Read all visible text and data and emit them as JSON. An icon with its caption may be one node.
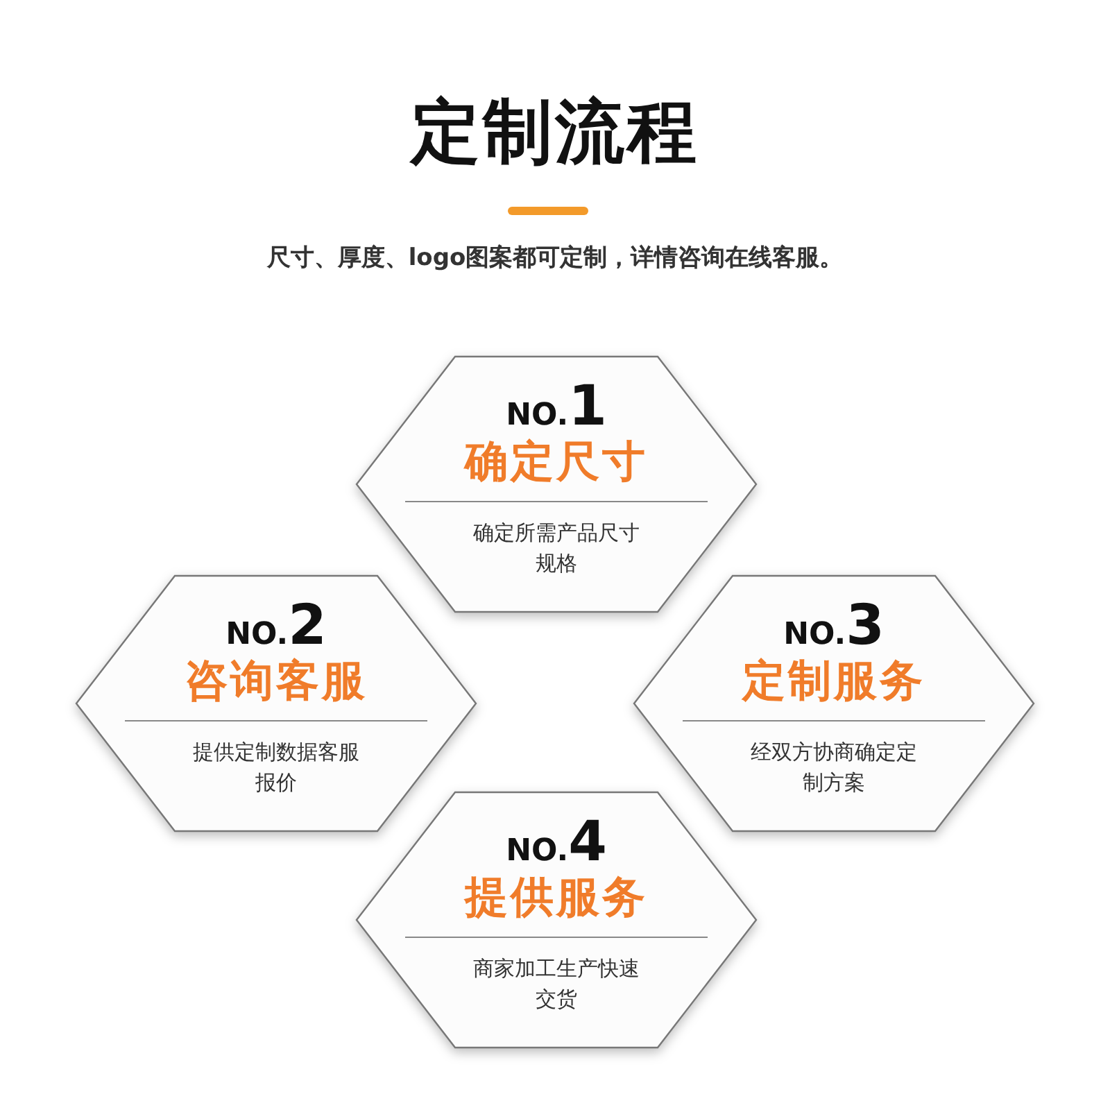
{
  "diagram": {
    "title": "定制流程",
    "nodes": [
      {
        "text": [
          "NO.1",
          "确定尺寸",
          "确定所需产品尺寸规格"
        ]
      },
      {
        "text": [
          "NO.2",
          "咨询客服",
          "提供定制数据客服报价"
        ]
      },
      {
        "text": [
          "NO.3",
          "定制服务",
          "经双方协商确定定制方案"
        ]
      },
      {
        "text": [
          "NO.4",
          "提供服务",
          "商家加工生产快速交货"
        ]
      }
    ],
    "labels": [
      "尺寸、厚度、logo图案都可定制，详情咨询在线客服。"
    ]
  }
}
